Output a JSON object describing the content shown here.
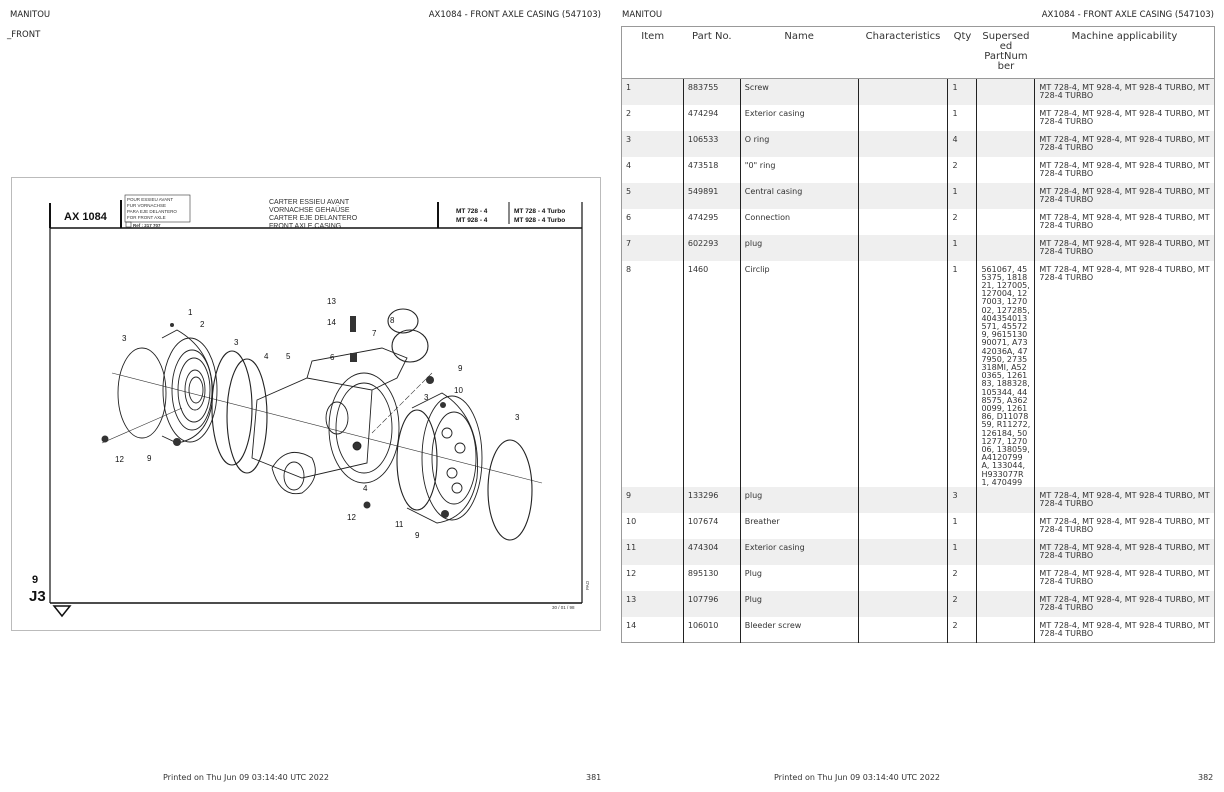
{
  "left_page": {
    "brand": "MANITOU",
    "title": "AX1084 - FRONT AXLE CASING (547103)",
    "section_label": "_FRONT",
    "page_number": "381",
    "printed_on": "Printed on  Thu Jun 09 03:14:40 UTC 2022",
    "drawing": {
      "code": "AX 1084",
      "usage_lines": [
        "POUR ESSIEU AVANT",
        "FUR VORNACHSE",
        "PARA EJE DELANTERO",
        "FOR FRONT AXLE"
      ],
      "ref": "Ref : 217 707",
      "titles": [
        "CARTER ESSIEU AVANT",
        "VORNACHSE GEHAÜSE",
        "CARTER EJE DELANTERO",
        "FRONT AXLE CASING"
      ],
      "models_a": [
        "MT 728 - 4",
        "MT 928 - 4"
      ],
      "models_b": [
        "MT 728 - 4 Turbo",
        "MT 928 - 4 Turbo"
      ],
      "grid_ref_top": "9",
      "grid_ref_bottom": "J3",
      "date": "30 / 01 / 98",
      "side_code": "PAO",
      "callouts": [
        "1",
        "2",
        "3",
        "3",
        "4",
        "5",
        "6",
        "7",
        "8",
        "9",
        "10",
        "3",
        "12",
        "9",
        "13",
        "14",
        "4",
        "12",
        "11",
        "9"
      ]
    }
  },
  "right_page": {
    "brand": "MANITOU",
    "title": "AX1084 - FRONT AXLE CASING (547103)",
    "page_number": "382",
    "printed_on": "Printed on  Thu Jun 09 03:14:40 UTC 2022",
    "table": {
      "headers": {
        "item": "Item",
        "part_no": "Part No.",
        "name": "Name",
        "characteristics": "Characteristics",
        "qty": "Qty",
        "superseded": "Supersed ed PartNum ber",
        "applicability": "Machine applicability"
      },
      "rows": [
        {
          "item": "1",
          "part_no": "883755",
          "name": "Screw",
          "characteristics": "",
          "qty": "1",
          "superseded": "",
          "applicability": "MT 728-4, MT 928-4, MT 928-4 TURBO, MT 728-4 TURBO"
        },
        {
          "item": "2",
          "part_no": "474294",
          "name": "Exterior casing",
          "characteristics": "",
          "qty": "1",
          "superseded": "",
          "applicability": "MT 728-4, MT 928-4, MT 928-4 TURBO, MT 728-4 TURBO"
        },
        {
          "item": "3",
          "part_no": "106533",
          "name": "O ring",
          "characteristics": "",
          "qty": "4",
          "superseded": "",
          "applicability": "MT 728-4, MT 928-4, MT 928-4 TURBO, MT 728-4 TURBO"
        },
        {
          "item": "4",
          "part_no": "473518",
          "name": "\"0\" ring",
          "characteristics": "",
          "qty": "2",
          "superseded": "",
          "applicability": "MT 728-4, MT 928-4, MT 928-4 TURBO, MT 728-4 TURBO"
        },
        {
          "item": "5",
          "part_no": "549891",
          "name": "Central casing",
          "characteristics": "",
          "qty": "1",
          "superseded": "",
          "applicability": "MT 728-4, MT 928-4, MT 928-4 TURBO, MT 728-4 TURBO"
        },
        {
          "item": "6",
          "part_no": "474295",
          "name": "Connection",
          "characteristics": "",
          "qty": "2",
          "superseded": "",
          "applicability": "MT 728-4, MT 928-4, MT 928-4 TURBO, MT 728-4 TURBO"
        },
        {
          "item": "7",
          "part_no": "602293",
          "name": "plug",
          "characteristics": "",
          "qty": "1",
          "superseded": "",
          "applicability": "MT 728-4, MT 928-4, MT 928-4 TURBO, MT 728-4 TURBO"
        },
        {
          "item": "8",
          "part_no": "1460",
          "name": "Circlip",
          "characteristics": "",
          "qty": "1",
          "superseded": "561067, 455375, 181821, 127005, 127004, 127003, 127002, 127285, 404354013571, 455729, 961513090071, A7342036A, 477950, 2735318MI, A520365, 126183, 188328, 105344, 448575, A3620099, 126186, D1107859, R11272, 126184, 501277, 127006, 138059, A4120799A, 133044, H933077R1, 470499",
          "applicability": "MT 728-4, MT 928-4, MT 928-4 TURBO, MT 728-4 TURBO"
        },
        {
          "item": "9",
          "part_no": "133296",
          "name": "plug",
          "characteristics": "",
          "qty": "3",
          "superseded": "",
          "applicability": "MT 728-4, MT 928-4, MT 928-4 TURBO, MT 728-4 TURBO"
        },
        {
          "item": "10",
          "part_no": "107674",
          "name": "Breather",
          "characteristics": "",
          "qty": "1",
          "superseded": "",
          "applicability": "MT 728-4, MT 928-4, MT 928-4 TURBO, MT 728-4 TURBO"
        },
        {
          "item": "11",
          "part_no": "474304",
          "name": "Exterior casing",
          "characteristics": "",
          "qty": "1",
          "superseded": "",
          "applicability": "MT 728-4, MT 928-4, MT 928-4 TURBO, MT 728-4 TURBO"
        },
        {
          "item": "12",
          "part_no": "895130",
          "name": "Plug",
          "characteristics": "",
          "qty": "2",
          "superseded": "",
          "applicability": "MT 728-4, MT 928-4, MT 928-4 TURBO, MT 728-4 TURBO"
        },
        {
          "item": "13",
          "part_no": "107796",
          "name": "Plug",
          "characteristics": "",
          "qty": "2",
          "superseded": "",
          "applicability": "MT 728-4, MT 928-4, MT 928-4 TURBO, MT 728-4 TURBO"
        },
        {
          "item": "14",
          "part_no": "106010",
          "name": "Bleeder screw",
          "characteristics": "",
          "qty": "2",
          "superseded": "",
          "applicability": "MT 728-4, MT 928-4, MT 928-4 TURBO, MT 728-4 TURBO"
        }
      ]
    }
  }
}
